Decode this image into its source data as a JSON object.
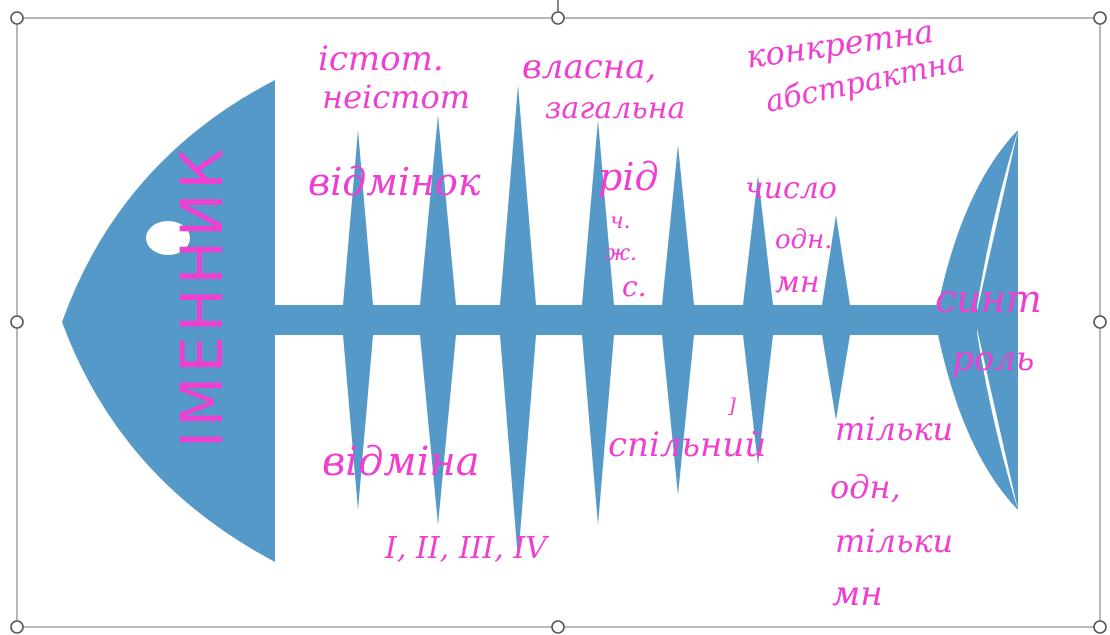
{
  "colors": {
    "fish_fill": "#5599c8",
    "ink": "#ee3fd0",
    "frame": "#8a8a8a",
    "background": "#ffffff"
  },
  "head_title": "ІМЕННИК",
  "annotations": {
    "top": {
      "proper_common": [
        "істот.",
        "неістот"
      ],
      "own_general": [
        "власна,",
        "загальна"
      ],
      "concrete_abstract": [
        "конкретна",
        "абстрактна"
      ]
    },
    "upper_row": {
      "diminutive": "відмінок",
      "gender": [
        "рід",
        "ч.",
        "ж.",
        "с."
      ],
      "number": [
        "число",
        "одн.",
        "мн"
      ]
    },
    "tail": [
      "синт",
      "роль"
    ],
    "lower_row": {
      "declension": [
        "відміна",
        "І, ІІ, ІІІ, IV"
      ],
      "common_gender": "спільний",
      "only": [
        "тільки",
        "одн,",
        "тільки",
        "мн"
      ]
    },
    "small_mark": "]"
  }
}
